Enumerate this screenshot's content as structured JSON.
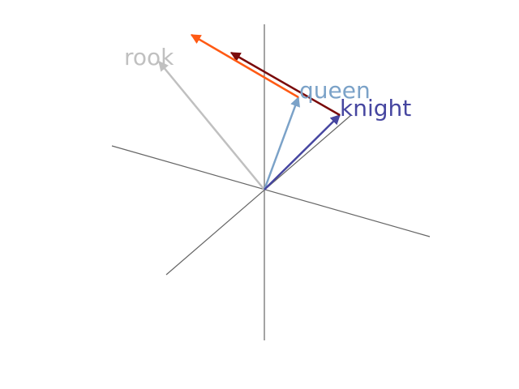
{
  "diagram": {
    "axis_color": "#666666",
    "words": [
      {
        "id": "rook",
        "text": "rook",
        "color": "#c0c0c0"
      },
      {
        "id": "queen",
        "text": "queen",
        "color": "#7ba2c8"
      },
      {
        "id": "knight",
        "text": "knight",
        "color": "#4646a0"
      }
    ],
    "relations": [
      {
        "id": "knight-to-rook",
        "from": "knight",
        "color": "#7a0a0a"
      },
      {
        "id": "queen-to-rook",
        "from": "queen",
        "color": "#ff5a14"
      }
    ]
  }
}
